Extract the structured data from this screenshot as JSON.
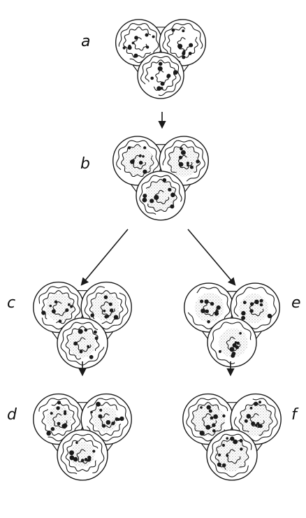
{
  "figure": {
    "panels": [
      {
        "id": "a",
        "label": "a"
      },
      {
        "id": "b",
        "label": "b"
      },
      {
        "id": "c",
        "label": "c"
      },
      {
        "id": "d",
        "label": "d"
      },
      {
        "id": "e",
        "label": "e"
      },
      {
        "id": "f",
        "label": "f"
      }
    ],
    "colors": {
      "ink": "#1a1a1a",
      "stipple": "#8a8a8a",
      "background": "#ffffff"
    }
  }
}
